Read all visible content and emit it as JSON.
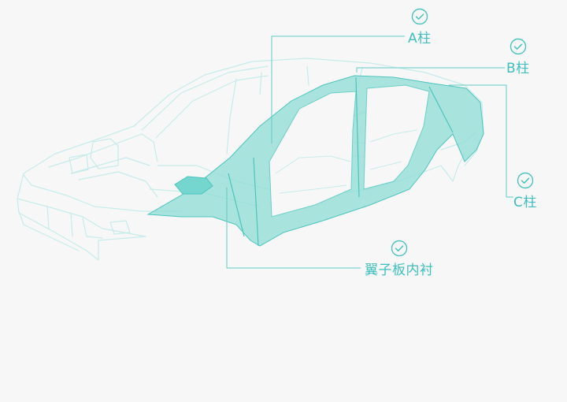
{
  "callouts": {
    "a_pillar": {
      "label": "A柱",
      "icon": "check-circle-icon"
    },
    "b_pillar": {
      "label": "B柱",
      "icon": "check-circle-icon"
    },
    "c_pillar": {
      "label": "C柱",
      "icon": "check-circle-icon"
    },
    "fender_liner": {
      "label": "翼子板内衬",
      "icon": "check-circle-icon"
    }
  },
  "colors": {
    "accent": "#3fc2c0",
    "highlight_fill": "#74d6cf",
    "outline": "#bfe8e8",
    "background": "#f7f7f7"
  }
}
